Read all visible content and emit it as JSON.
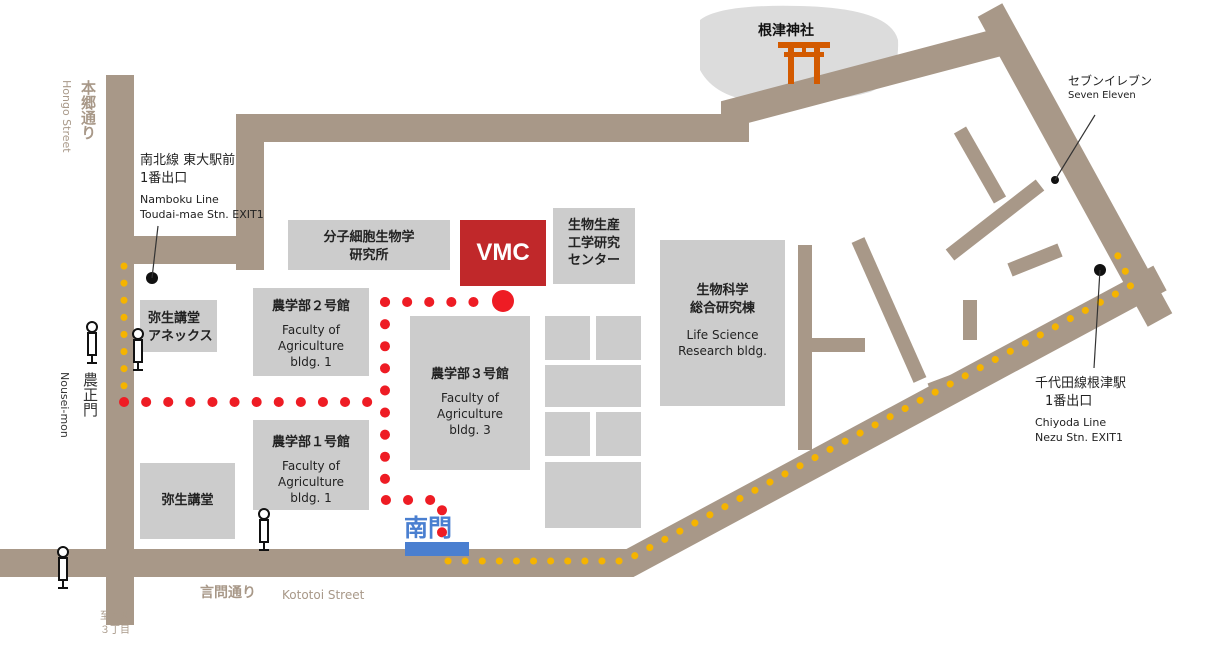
{
  "colors": {
    "road": "#a89888",
    "building": "#cccccc",
    "vmc": "#c0282a",
    "walk_route": "#ee1c24",
    "station_route": "#f5b400",
    "shrine_area": "#dcdcdc",
    "torii": "#d35a00",
    "south_gate": "#4a7fd0"
  },
  "streets": {
    "hongo_jp": "本郷通り",
    "hongo_en": "Hongo Street",
    "kototoi_jp": "言問通り",
    "kototoi_en": "Kototoi Street",
    "nousei_jp": "農正門",
    "nousei_en": "Nousei-mon",
    "to_hongo_line1": "至本郷",
    "to_hongo_line2": "３丁目"
  },
  "buildings": {
    "molecular": {
      "line1": "分子細胞生物学",
      "line2": "研究所"
    },
    "vmc": "VMC",
    "bioproduction": {
      "line1": "生物生産",
      "line2": "工学研究",
      "line3": "センター"
    },
    "bioscience": {
      "jp_line1": "生物科学",
      "jp_line2": "総合研究棟",
      "en_line1": "Life Science",
      "en_line2": "Research bldg."
    },
    "annex": {
      "line1": "弥生講堂",
      "line2": "アネックス"
    },
    "agri2": {
      "jp": "農学部２号館",
      "en_line1": "Faculty of",
      "en_line2": "Agriculture",
      "en_line3": "bldg. 1"
    },
    "agri3": {
      "jp": "農学部３号館",
      "en_line1": "Faculty of",
      "en_line2": "Agriculture",
      "en_line3": "bldg. 3"
    },
    "agri1": {
      "jp": "農学部１号館",
      "en_line1": "Faculty of",
      "en_line2": "Agriculture",
      "en_line3": "bldg. 1"
    },
    "yayoi": "弥生講堂"
  },
  "stations": {
    "namboku": {
      "jp_line1": "南北線 東大駅前",
      "jp_line2": "1番出口",
      "en_line1": "Namboku Line",
      "en_line2": "Toudai-mae Stn. EXIT1"
    },
    "chiyoda": {
      "jp_line1": "千代田線根津駅",
      "jp_line2": "1番出口",
      "en_line1": "Chiyoda Line",
      "en_line2": "Nezu Stn. EXIT1"
    },
    "seven_eleven": {
      "jp": "セブンイレブン",
      "en": "Seven Eleven"
    }
  },
  "landmarks": {
    "shrine": "根津神社",
    "south_gate": "南門"
  },
  "icons": {
    "torii": "torii-gate-icon",
    "gate": "gate-post-icon",
    "station": "station-dot-icon"
  }
}
